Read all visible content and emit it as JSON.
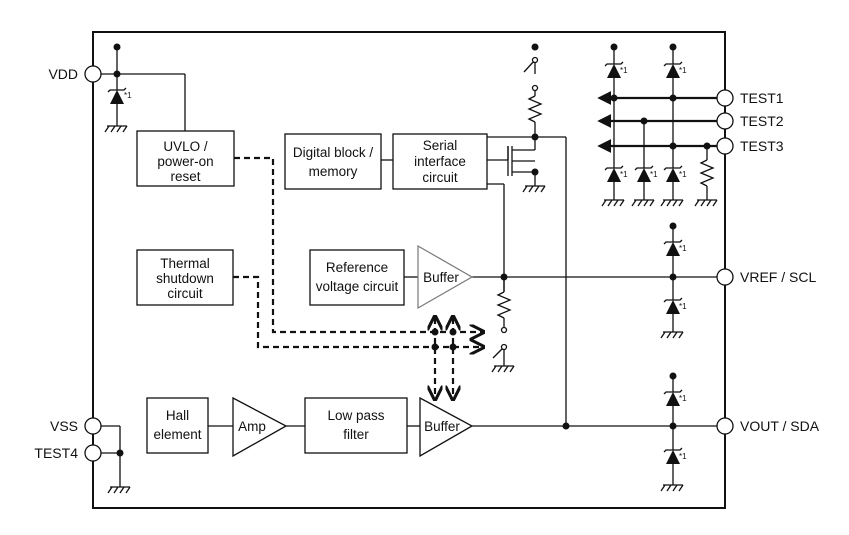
{
  "pins": {
    "vdd": "VDD",
    "vss": "VSS",
    "test4": "TEST4",
    "test1": "TEST1",
    "test2": "TEST2",
    "test3": "TEST3",
    "vref_scl": "VREF / SCL",
    "vout_sda": "VOUT / SDA"
  },
  "blocks": {
    "uvlo": [
      "UVLO /",
      "power-on",
      "reset"
    ],
    "digital": [
      "Digital block /",
      "memory"
    ],
    "serial": [
      "Serial",
      "interface",
      "circuit"
    ],
    "thermal": [
      "Thermal",
      "shutdown",
      "circuit"
    ],
    "reference": [
      "Reference",
      "voltage circuit"
    ],
    "buffer_top": "Buffer",
    "hall": [
      "Hall",
      "element"
    ],
    "amp": "Amp",
    "lpf": [
      "Low pass",
      "filter"
    ],
    "buffer_bottom": "Buffer"
  },
  "diode_note": "*1"
}
